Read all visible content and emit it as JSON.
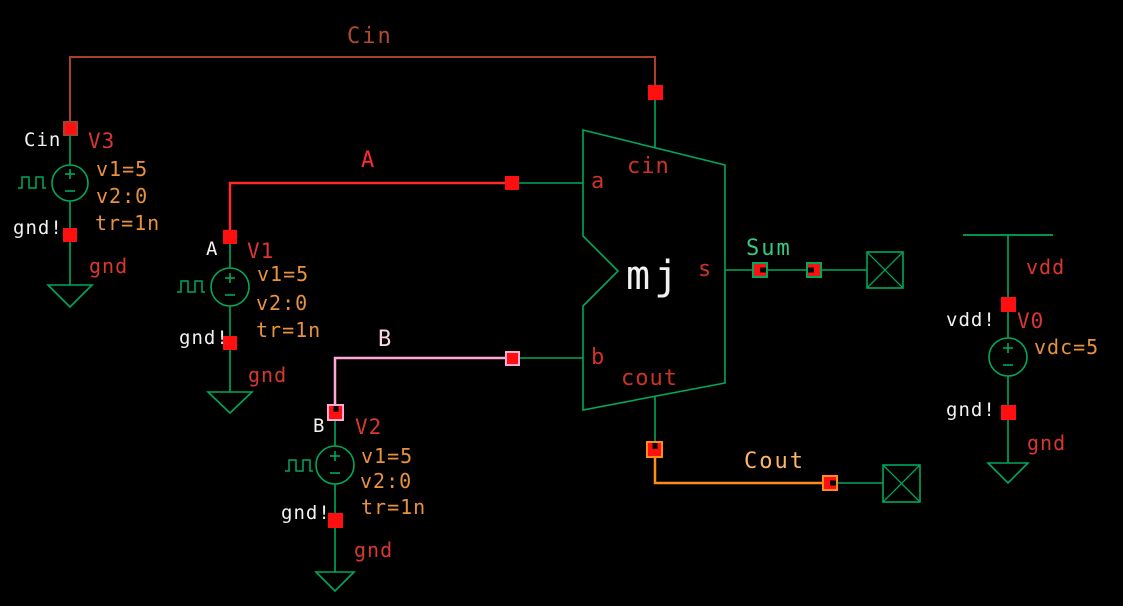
{
  "palette": {
    "background": "#000000",
    "device_green": "#00a85a",
    "net_label_green": "#33cc80",
    "pin_red": "#ff0f0f",
    "label_red": "#d93732",
    "wire_red": "#ff2a2a",
    "wire_dark_red": "#a8402c",
    "wire_pink": "#ffaad4",
    "label_pink_white": "#ffd7eb",
    "wire_orange": "#ff8c19",
    "net_label_light_orange": "#ffb469",
    "property_orange": "#e8913f",
    "label_white": "#f2f2f2"
  },
  "net_labels": {
    "cin": "Cin",
    "a": "A",
    "b": "B",
    "sum": "Sum",
    "cout": "Cout"
  },
  "supply_nets": {
    "gnd": "gnd",
    "vdd": "vdd"
  },
  "flags": {
    "gnd": "gnd!",
    "vdd": "vdd!"
  },
  "sources": [
    {
      "instance": "V3",
      "terminal_label": "Cin",
      "properties": {
        "v1": "v1=5",
        "v2": "v2:0",
        "tr": "tr=1n"
      }
    },
    {
      "instance": "V1",
      "terminal_label": "A",
      "properties": {
        "v1": "v1=5",
        "v2": "v2:0",
        "tr": "tr=1n"
      }
    },
    {
      "instance": "V2",
      "terminal_label": "B",
      "properties": {
        "v1": "v1=5",
        "v2": "v2:0",
        "tr": "tr=1n"
      }
    },
    {
      "instance": "V0",
      "properties": {
        "vdc": "vdc=5"
      }
    }
  ],
  "full_adder": {
    "instance": "mj",
    "pin_labels": {
      "a": "a",
      "b": "b",
      "cin": "cin",
      "s": "s",
      "cout": "cout"
    }
  }
}
